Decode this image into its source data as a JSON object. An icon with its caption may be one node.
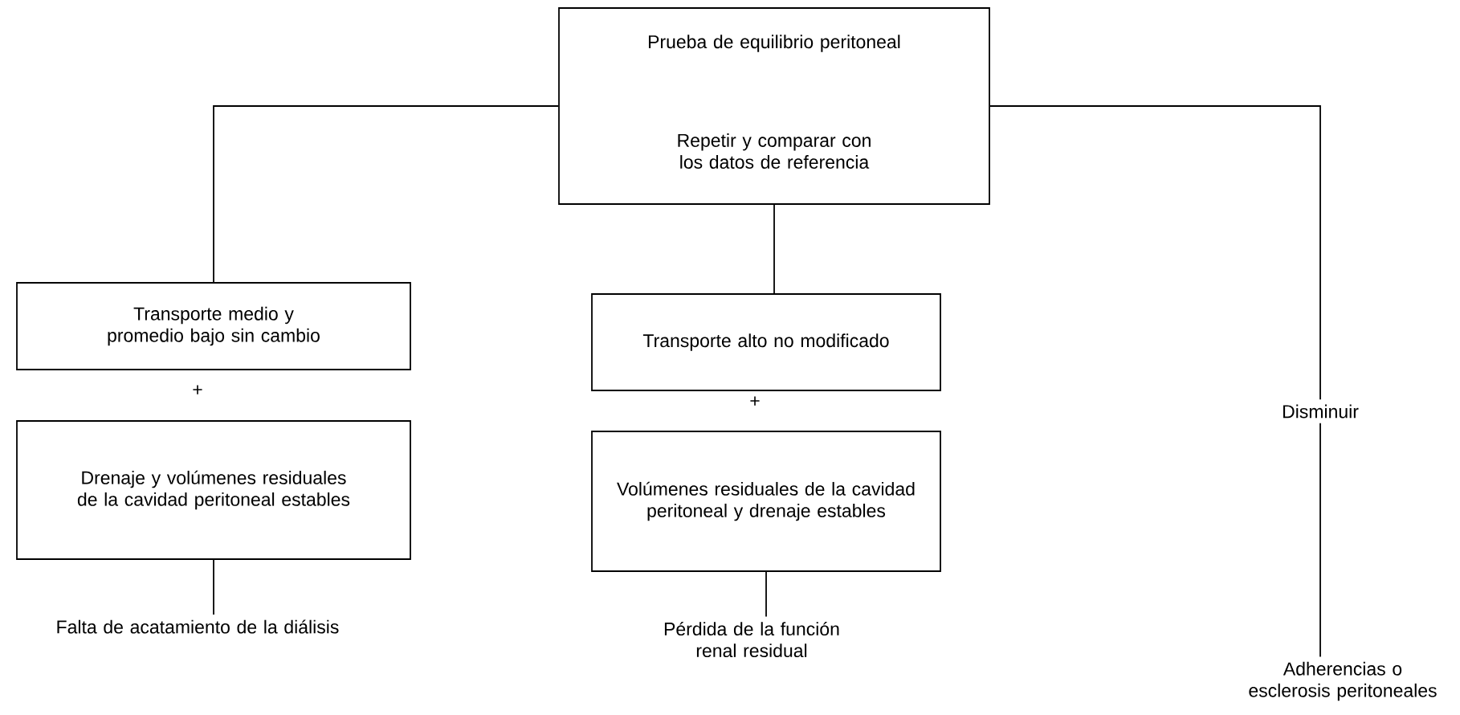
{
  "diagram": {
    "nodes": [
      {
        "text": [
          "Prueba de equilibrio peritoneal",
          "Repetir y comparar con los datos de referencia"
        ]
      },
      {
        "text": [
          "Transporte medio y promedio bajo sin cambio"
        ]
      },
      {
        "text": [
          "Drenaje y volúmenes residuales de la cavidad peritoneal estables"
        ]
      },
      {
        "text": [
          "Falta de acatamiento de la diálisis"
        ]
      },
      {
        "text": [
          "Transporte alto no modificado"
        ]
      },
      {
        "text": [
          "Volúmenes residuales de la cavidad peritoneal y drenaje estables"
        ]
      },
      {
        "text": [
          "Pérdida de la función renal residual"
        ]
      },
      {
        "text": [
          "Disminuir"
        ]
      },
      {
        "text": [
          "Adherencias o esclerosis peritoneales"
        ]
      }
    ],
    "edges": [
      {
        "from": 0,
        "to": 1,
        "arrow": "none"
      },
      {
        "from": 0,
        "to": 4,
        "arrow": "none"
      },
      {
        "from": 0,
        "to": 7,
        "arrow": "none"
      },
      {
        "from": 2,
        "to": 3,
        "arrow": "none"
      },
      {
        "from": 5,
        "to": 6,
        "arrow": "none"
      },
      {
        "from": 7,
        "to": 8,
        "arrow": "none"
      }
    ],
    "labels": [
      "+",
      "+"
    ]
  }
}
